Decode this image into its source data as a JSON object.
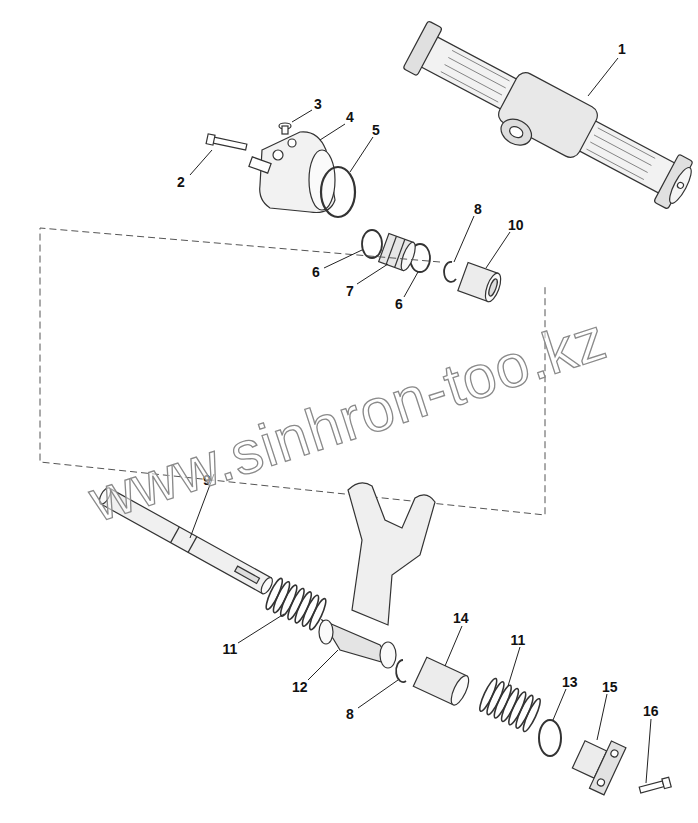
{
  "diagram": {
    "labels": [
      "1",
      "3",
      "4",
      "2",
      "5",
      "8",
      "10",
      "6",
      "7",
      "6",
      "9",
      "14",
      "11",
      "12",
      "8",
      "13",
      "15",
      "11",
      "16",
      "www.sinhron-too.kz"
    ]
  }
}
